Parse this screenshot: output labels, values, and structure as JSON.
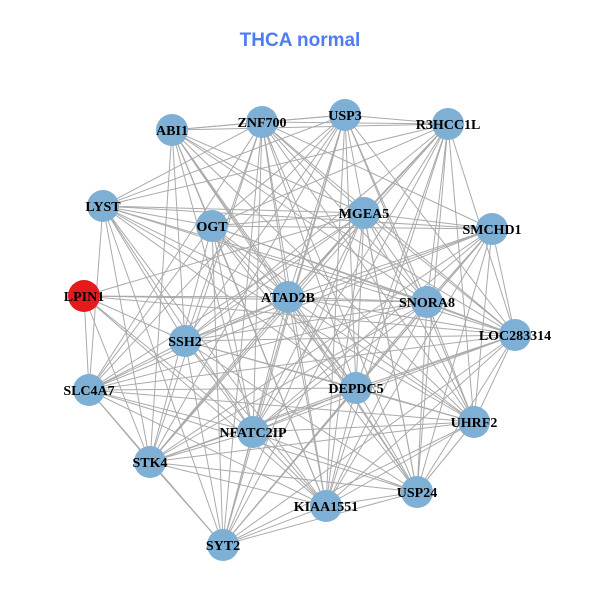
{
  "title": "THCA normal",
  "colors": {
    "title": "#4f7cf0",
    "node": "#7eb0d5",
    "highlight": "#e41a1c",
    "edge": "#aaaaaa"
  },
  "nodes": [
    {
      "label": "ABI1",
      "highlight": false
    },
    {
      "label": "ZNF700",
      "highlight": false
    },
    {
      "label": "USP3",
      "highlight": false
    },
    {
      "label": "R3HCC1L",
      "highlight": false
    },
    {
      "label": "LYST",
      "highlight": false
    },
    {
      "label": "OGT",
      "highlight": false
    },
    {
      "label": "MGEA5",
      "highlight": false
    },
    {
      "label": "SMCHD1",
      "highlight": false
    },
    {
      "label": "LPIN1",
      "highlight": true
    },
    {
      "label": "ATAD2B",
      "highlight": false
    },
    {
      "label": "SNORA8",
      "highlight": false
    },
    {
      "label": "LOC283314",
      "highlight": false
    },
    {
      "label": "SSH2",
      "highlight": false
    },
    {
      "label": "SLC4A7",
      "highlight": false
    },
    {
      "label": "DEPDC5",
      "highlight": false
    },
    {
      "label": "NFATC2IP",
      "highlight": false
    },
    {
      "label": "UHRF2",
      "highlight": false
    },
    {
      "label": "STK4",
      "highlight": false
    },
    {
      "label": "USP24",
      "highlight": false
    },
    {
      "label": "KIAA1551",
      "highlight": false
    },
    {
      "label": "SYT2",
      "highlight": false
    }
  ],
  "adjacency": [
    [
      1,
      2,
      3,
      5,
      6,
      9,
      10,
      11,
      12,
      14,
      15,
      16,
      17,
      18,
      19
    ],
    [
      2,
      3,
      4,
      6,
      7,
      9,
      10,
      11,
      12,
      13,
      14,
      15,
      16,
      17,
      18,
      19,
      20
    ],
    [
      3,
      4,
      5,
      9,
      10,
      11,
      12,
      13,
      14,
      15,
      16,
      17,
      18,
      19,
      20
    ],
    [
      4,
      5,
      6,
      9,
      10,
      11,
      12,
      14,
      15,
      16,
      17,
      18,
      19,
      20
    ],
    [
      5,
      6,
      7,
      9,
      10,
      11,
      12,
      13,
      14,
      15,
      16,
      17,
      19,
      20
    ],
    [
      6,
      7,
      9,
      10,
      11,
      13,
      14,
      15,
      16,
      17,
      18,
      19,
      20
    ],
    [
      7,
      8,
      9,
      10,
      11,
      12,
      13,
      14,
      15,
      16,
      17,
      18,
      19,
      20
    ],
    [
      9,
      10,
      11,
      12,
      13,
      14,
      15,
      16,
      17,
      18,
      19,
      20
    ],
    [
      9,
      10,
      11,
      12,
      13,
      15,
      17,
      19
    ],
    [
      10,
      11,
      12,
      13,
      14,
      16,
      17,
      18,
      19,
      20
    ],
    [
      11,
      12,
      13,
      15,
      16,
      17,
      18,
      19,
      20
    ],
    [
      12,
      13,
      14,
      15,
      16,
      17,
      18,
      19,
      20
    ],
    [
      13,
      14,
      15,
      16,
      18,
      19,
      20
    ],
    [
      14,
      15,
      16,
      17,
      18,
      19,
      20
    ],
    [
      15,
      16,
      17,
      18,
      19,
      20
    ],
    [
      16,
      17,
      18,
      19,
      20
    ],
    [
      17,
      18,
      19,
      20
    ],
    [
      18,
      19,
      20
    ],
    [
      19,
      20
    ],
    [
      20
    ],
    []
  ]
}
